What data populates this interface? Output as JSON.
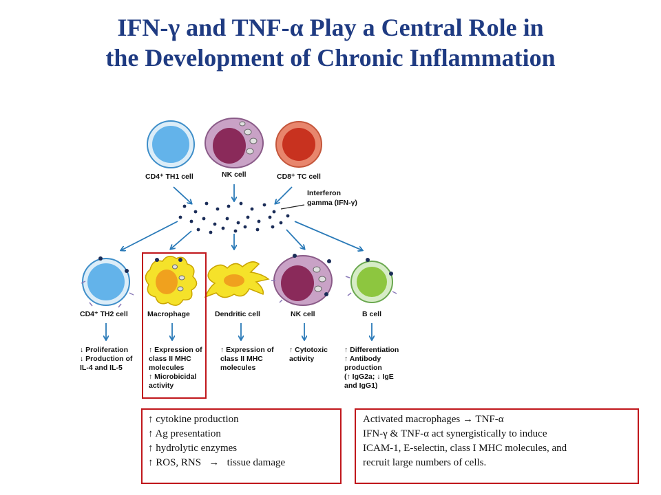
{
  "title": {
    "line1": "IFN-γ and TNF-α Play a Central Role in",
    "line2": "the Development of Chronic Inflammation"
  },
  "top_cells": {
    "th1": "CD4⁺ TH1 cell",
    "nk": "NK cell",
    "tc": "CD8⁺ TC cell"
  },
  "ifn_label": {
    "line1": "Interferon",
    "line2": "gamma (IFN-γ)"
  },
  "targets": [
    {
      "label": "CD4⁺ TH2 cell",
      "effects": [
        "↓ Proliferation",
        "↓ Production of",
        "IL-4 and IL-5"
      ]
    },
    {
      "label": "Macrophage",
      "effects": [
        "↑ Expression of",
        "class II MHC",
        "molecules",
        "↑ Microbicidal",
        "activity"
      ]
    },
    {
      "label": "Dendritic cell",
      "effects": [
        "↑ Expression of",
        "class II MHC",
        "molecules"
      ]
    },
    {
      "label": "NK cell",
      "effects": [
        "↑ Cytotoxic",
        "activity"
      ]
    },
    {
      "label": "B cell",
      "effects": [
        "↑ Differentiation",
        "↑ Antibody",
        "production",
        "(↑ IgG2a; ↓ IgE",
        "and IgG1)"
      ]
    }
  ],
  "macrophage_box": {
    "lines": [
      "↑ cytokine production",
      "↑ Ag presentation",
      "↑ hydrolytic enzymes",
      "↑ ROS, RNS   →   tissue damage"
    ]
  },
  "tnf_box": {
    "lines": [
      "Activated macrophages → TNF-α",
      "IFN-γ & TNF-α act synergistically to induce",
      "ICAM-1, E-selectin, class I MHC molecules, and",
      "recruit large numbers of cells."
    ]
  },
  "colors": {
    "title": "#1f3b82",
    "arrow": "#2a7ab8",
    "box_border": "#c0161b"
  }
}
